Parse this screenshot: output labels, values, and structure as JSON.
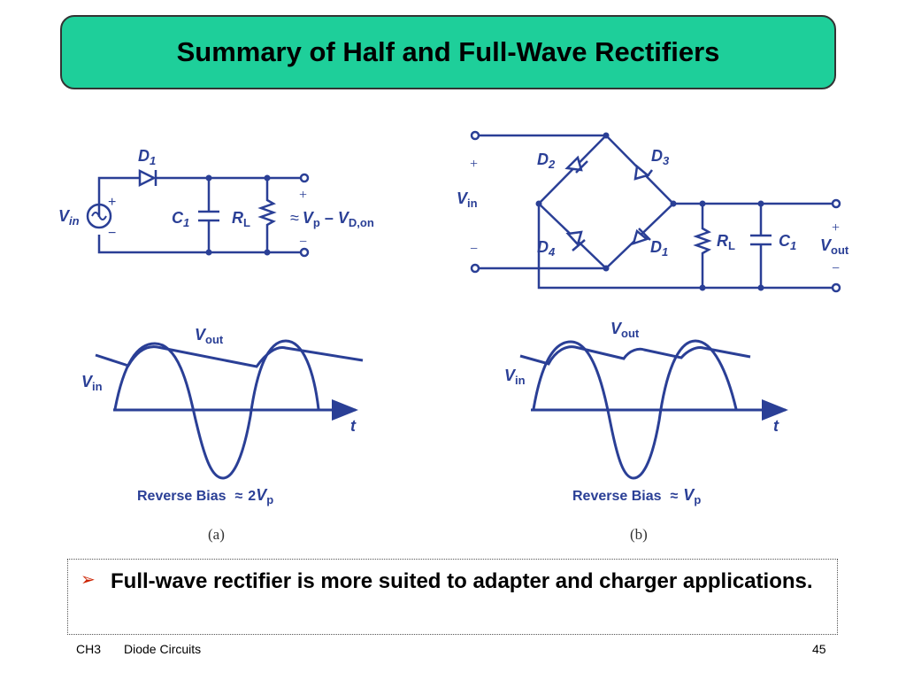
{
  "title": "Summary of Half and Full-Wave Rectifiers",
  "colors": {
    "title_bg": "#1ecf9a",
    "circuit": "#2a3f96",
    "text_dark": "#000000"
  },
  "diagram_a": {
    "source": {
      "symbol": "V",
      "sub": "in",
      "plus": "+",
      "minus": "−"
    },
    "diode": {
      "symbol": "D",
      "sub": "1"
    },
    "capacitor": {
      "symbol": "C",
      "sub": "1"
    },
    "resistor": {
      "symbol": "R",
      "sub": "L"
    },
    "output": {
      "approx": "≈",
      "vp": "V",
      "vp_sub": "p",
      "dash": " – ",
      "vd": "V",
      "vd_sub": "D,on",
      "plus": "+",
      "minus": "−"
    },
    "waveform": {
      "vout": "V",
      "vout_sub": "out",
      "vin": "V",
      "vin_sub": "in",
      "t": "t"
    },
    "reverse_bias": {
      "label": "Reverse Bias",
      "approx": "≈",
      "coef": "2",
      "v": "V",
      "v_sub": "p"
    },
    "caption": "(a)"
  },
  "diagram_b": {
    "input": {
      "symbol": "V",
      "sub": "in",
      "plus": "+",
      "minus": "−"
    },
    "diodes": [
      {
        "symbol": "D",
        "sub": "2"
      },
      {
        "symbol": "D",
        "sub": "3"
      },
      {
        "symbol": "D",
        "sub": "4"
      },
      {
        "symbol": "D",
        "sub": "1"
      }
    ],
    "resistor": {
      "symbol": "R",
      "sub": "L"
    },
    "capacitor": {
      "symbol": "C",
      "sub": "1"
    },
    "output": {
      "symbol": "V",
      "sub": "out",
      "plus": "+",
      "minus": "−"
    },
    "waveform": {
      "vout": "V",
      "vout_sub": "out",
      "vin": "V",
      "vin_sub": "in",
      "t": "t"
    },
    "reverse_bias": {
      "label": "Reverse Bias",
      "approx": "≈",
      "v": "V",
      "v_sub": "p"
    },
    "caption": "(b)"
  },
  "note": {
    "bullet": "➢",
    "text": "Full-wave rectifier is more suited to adapter and charger applications."
  },
  "footer": {
    "chapter": "CH3",
    "topic": "Diode Circuits",
    "page": "45"
  }
}
